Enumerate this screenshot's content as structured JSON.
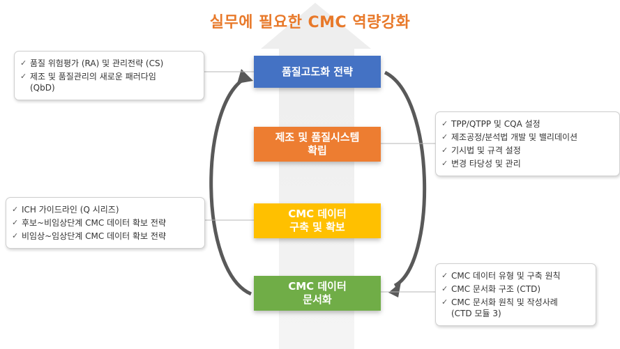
{
  "title": "실무에 필요한 CMC 역량강화",
  "colors": {
    "title": "#e8792a",
    "stage1": "#4472c4",
    "stage2": "#ed7d31",
    "stage3": "#ffc000",
    "stage4": "#70ad47",
    "arrow": "#e3e3e3",
    "cycle_arrow": "#595959"
  },
  "stages": [
    {
      "label": "품질고도화 전략"
    },
    {
      "label": "제조 및 품질시스템\n확립"
    },
    {
      "label": "CMC 데이터\n구축 및 확보"
    },
    {
      "label": "CMC 데이터\n문서화"
    }
  ],
  "callouts": [
    {
      "items": [
        "품질 위험평가 (RA) 및 관리전략 (CS)",
        "제조 및 품질관리의 새로운 패러다임\n(QbD)"
      ]
    },
    {
      "items": [
        "TPP/QTPP 및 CQA 설정",
        "제조공정/분석법 개발 및 밸리데이션",
        "기시법 및 규격 설정",
        "변경 타당성 및 관리"
      ]
    },
    {
      "items": [
        "ICH 가이드라인 (Q 시리즈)",
        "후보~비임상단계 CMC 데이터 확보 전략",
        "비임상~임상단계 CMC 데이터 확보 전략"
      ]
    },
    {
      "items": [
        "CMC 데이터 유형 및 구축 원칙",
        "CMC 문서화 구조 (CTD)",
        "CMC 문서화 원칙 및 작성사례\n(CTD 모듈 3)"
      ]
    }
  ],
  "icons": {
    "check": "check-icon",
    "cycle": "cycle-arrow"
  }
}
